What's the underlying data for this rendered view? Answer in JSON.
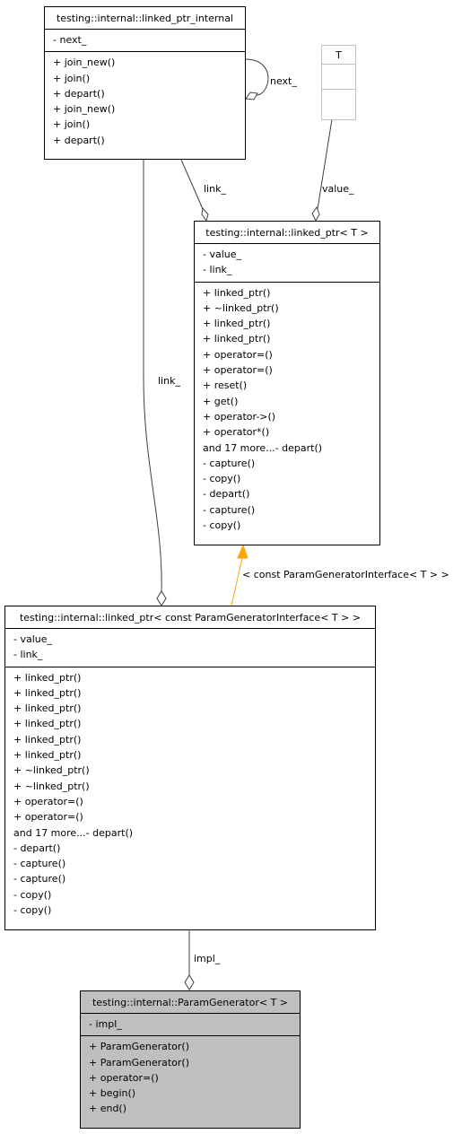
{
  "classes": {
    "internal": {
      "title": "testing::internal::linked_ptr_internal",
      "attributes": [
        "- next_"
      ],
      "methods": [
        "+ join_new()",
        "+ join()",
        "+ depart()",
        "+ join_new()",
        "+ join()",
        "+ depart()"
      ]
    },
    "t_param": {
      "title": "T"
    },
    "linked_ptr_t": {
      "title": "testing::internal::linked_ptr< T >",
      "attributes": [
        "- value_",
        "- link_"
      ],
      "methods": [
        "+ linked_ptr()",
        "+ ~linked_ptr()",
        "+ linked_ptr()",
        "+ linked_ptr()",
        "+ operator=()",
        "+ operator=()",
        "+ reset()",
        "+ get()",
        "+ operator->()",
        "+ operator*()",
        "and 17 more...- depart()",
        "- capture()",
        "- copy()",
        "- depart()",
        "- capture()",
        "- copy()"
      ]
    },
    "linked_ptr_const": {
      "title": "testing::internal::linked_ptr< const ParamGeneratorInterface< T > >",
      "attributes": [
        "- value_",
        "- link_"
      ],
      "methods": [
        "+ linked_ptr()",
        "+ linked_ptr()",
        "+ linked_ptr()",
        "+ linked_ptr()",
        "+ linked_ptr()",
        "+ linked_ptr()",
        "+ ~linked_ptr()",
        "+ ~linked_ptr()",
        "+ operator=()",
        "+ operator=()",
        "and 17 more...- depart()",
        "- depart()",
        "- capture()",
        "- capture()",
        "- copy()",
        "- copy()"
      ]
    },
    "param_generator": {
      "title": "testing::internal::ParamGenerator< T >",
      "attributes": [
        "- impl_"
      ],
      "methods": [
        "+ ParamGenerator()",
        "+ ParamGenerator()",
        "+ operator=()",
        "+ begin()",
        "+ end()"
      ]
    }
  },
  "edge_labels": {
    "next": "next_",
    "link_right": "link_",
    "value": "value_",
    "link_left": "link_",
    "template_arg": "< const ParamGeneratorInterface< T > >",
    "impl": "impl_"
  },
  "colors": {
    "highlight_fill": "#bfbfbf",
    "inheritance_arrow": "#ffa500",
    "template_border": "#bfbfbf"
  }
}
